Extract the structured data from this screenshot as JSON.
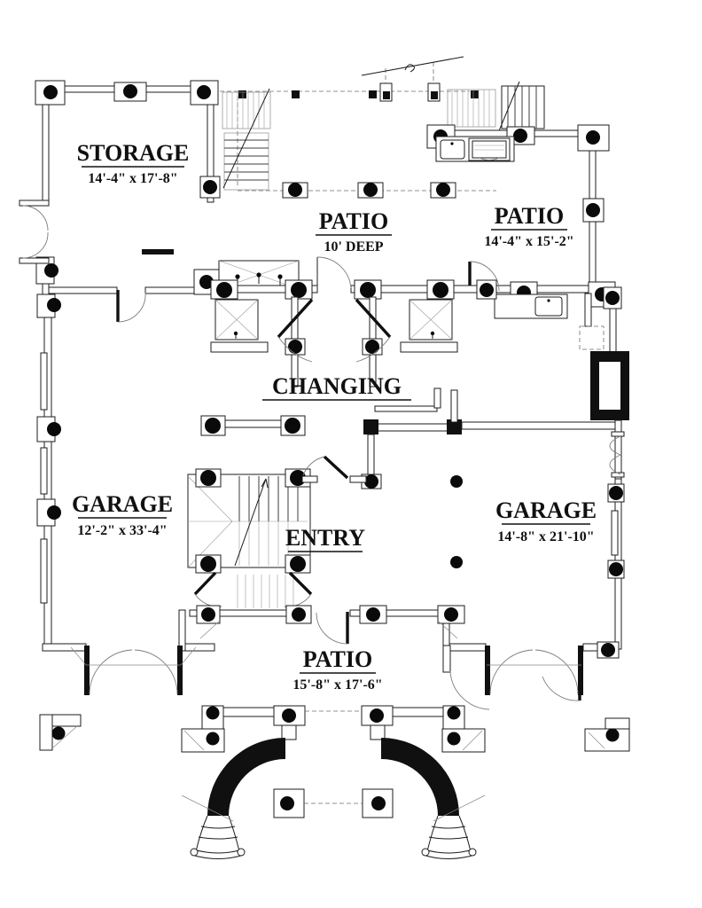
{
  "plan": {
    "type_label": "floor-plan",
    "colors": {
      "ink": "#101010",
      "background": "#ffffff"
    }
  },
  "rooms": {
    "storage": {
      "name": "STORAGE",
      "dims": "14'-4\" x 17'-8\""
    },
    "patio_upper": {
      "name": "PATIO",
      "dims": "10' DEEP"
    },
    "patio_right": {
      "name": "PATIO",
      "dims": "14'-4\" x 15'-2\""
    },
    "changing": {
      "name": "CHANGING"
    },
    "garage_left": {
      "name": "GARAGE",
      "dims": "12'-2\" x 33'-4\""
    },
    "entry": {
      "name": "ENTRY"
    },
    "garage_right": {
      "name": "GARAGE",
      "dims": "14'-8\" x 21'-10\""
    },
    "patio_lower": {
      "name": "PATIO",
      "dims": "15'-8\" x 17'-6\""
    }
  }
}
